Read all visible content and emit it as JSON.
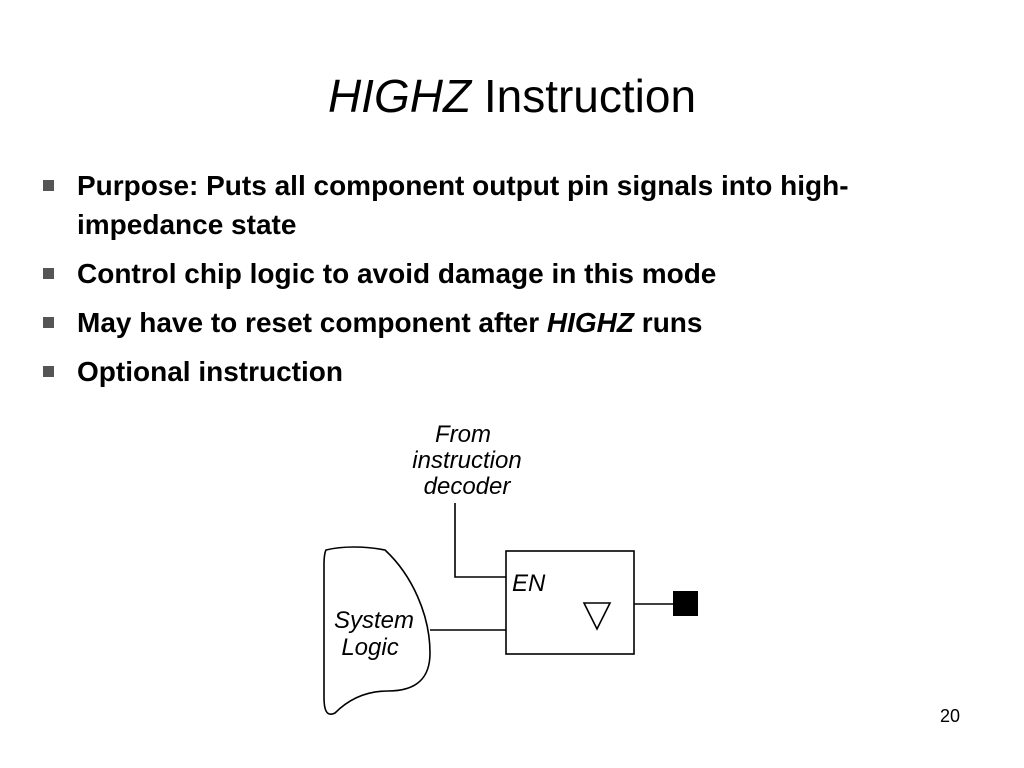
{
  "title": {
    "emphasis": "HIGHZ",
    "rest": " Instruction"
  },
  "bullets": [
    {
      "text": "Purpose: Puts all component output pin signals into high-impedance state"
    },
    {
      "text": "Control chip logic to avoid damage in this mode"
    },
    {
      "before": "May have to reset component after ",
      "emphasis": "HIGHZ",
      "after": " runs"
    },
    {
      "text": "Optional instruction"
    }
  ],
  "diagram": {
    "source_label": [
      "From",
      "instruction",
      "decoder"
    ],
    "logic_label": [
      "System",
      "Logic"
    ],
    "enable_label": "EN"
  },
  "page_number": "20"
}
